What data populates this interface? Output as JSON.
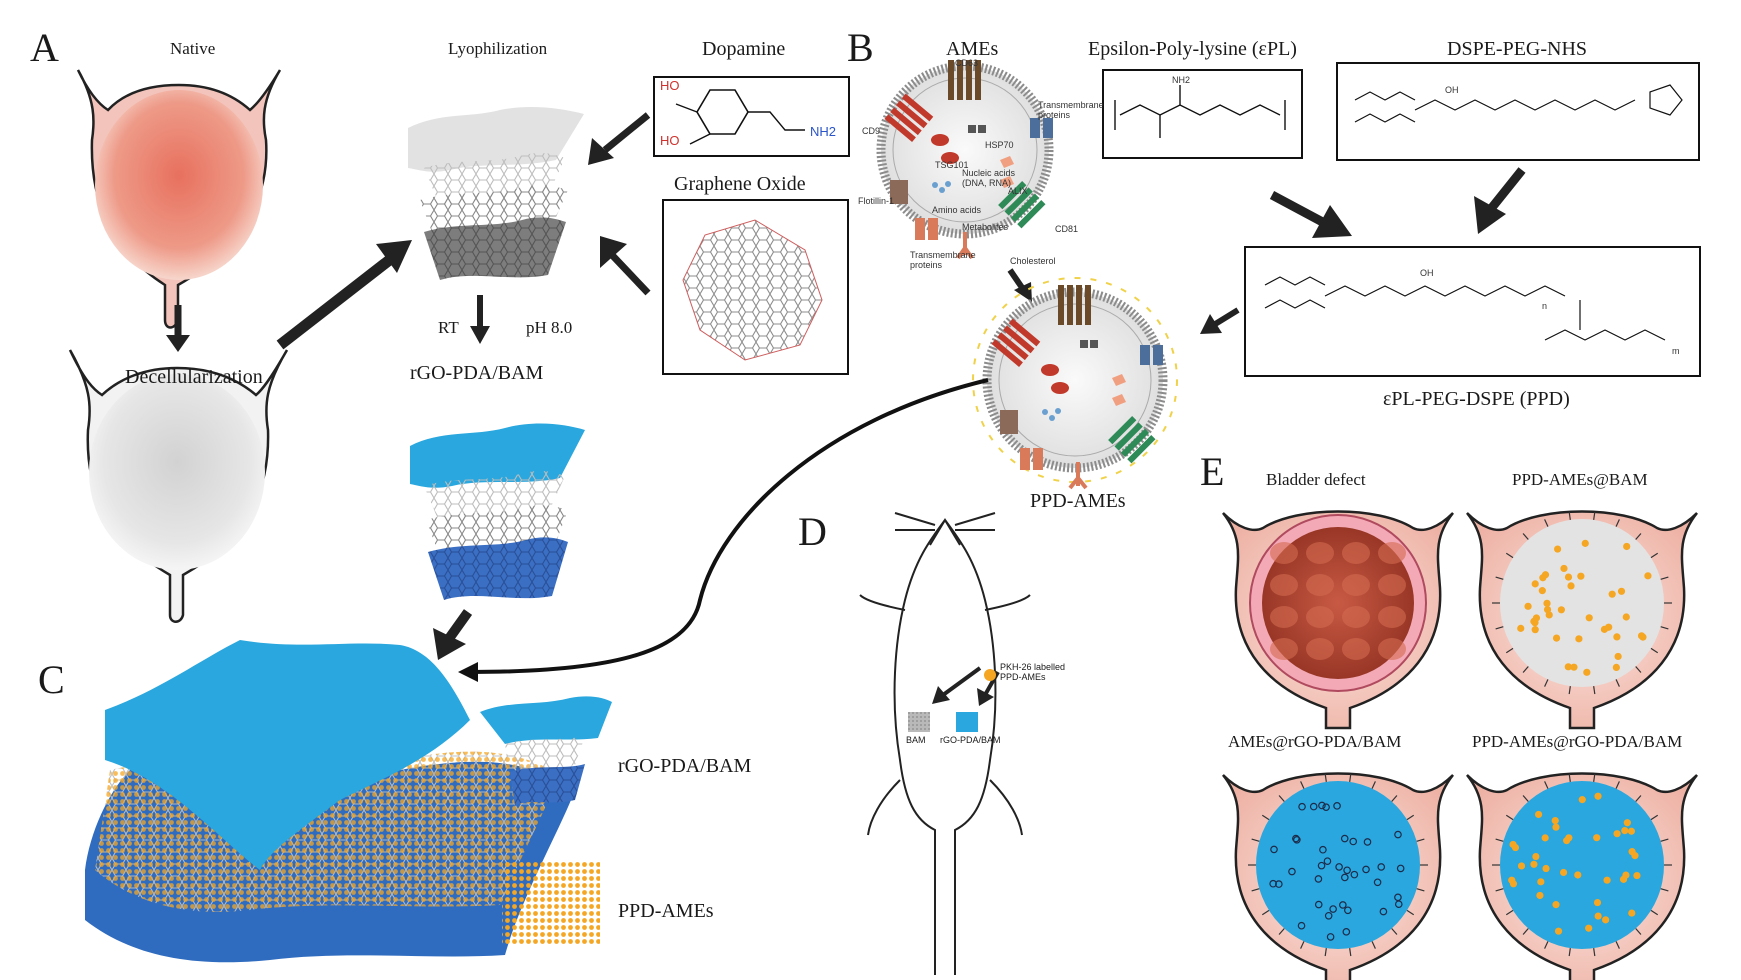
{
  "panels": {
    "A": "A",
    "B": "B",
    "C": "C",
    "D": "D",
    "E": "E"
  },
  "panelA": {
    "native": "Native",
    "decell": "Decellularization",
    "lyoph": "Lyophilization",
    "dopamine": "Dopamine",
    "graphene": "Graphene Oxide",
    "rt": "RT",
    "ph": "pH 8.0",
    "product": "rGO-PDA/BAM",
    "dopamine_ho1": "HO",
    "dopamine_ho2": "HO",
    "dopamine_nh2": "NH2"
  },
  "panelB": {
    "ames": "AMEs",
    "epl": "Epsilon-Poly-lysine (εPL)",
    "dspe": "DSPE-PEG-NHS",
    "ppd": "εPL-PEG-DSPE (PPD)",
    "ppd_ames": "PPD-AMEs",
    "labels": {
      "cd63": "CD63",
      "cd9": "CD9",
      "cd81": "CD81",
      "flotillin": "Flotillin-1",
      "tm1": "Transmembrane proteins",
      "tm2": "Transmembrane proteins",
      "hsp70": "HSP70",
      "tsg101": "TSG101",
      "nucleic": "Nucleic acids (DNA, RNA)",
      "alix": "ALIX",
      "amino": "Amino acids",
      "metabolites": "Metabolites",
      "cholesterol": "Cholesterol"
    },
    "chem": {
      "nh2": "NH2",
      "oh": "OH",
      "n": "n",
      "m": "m"
    }
  },
  "panelC": {
    "legend_scaffold": "rGO-PDA/BAM",
    "legend_ames": "PPD-AMEs"
  },
  "panelD": {
    "pkh": "PKH-26 labelled PPD-AMEs",
    "bam": "BAM",
    "rgo": "rGO-PDA/BAM"
  },
  "panelE": {
    "defect": "Bladder defect",
    "ppd_bam": "PPD-AMEs@BAM",
    "ames_rgo": "AMEs@rGO-PDA/BAM",
    "ppd_rgo": "PPD-AMEs@rGO-PDA/BAM"
  },
  "colors": {
    "bladder_pink": "#f3c4bb",
    "native_red": "#e06d5c",
    "decell_gray": "#dcdcdc",
    "scaffold_blue": "#29a7de",
    "scaffold_dark": "#2f5fb4",
    "ames_orange": "#f5a623",
    "tissue_red": "#b5432f"
  }
}
